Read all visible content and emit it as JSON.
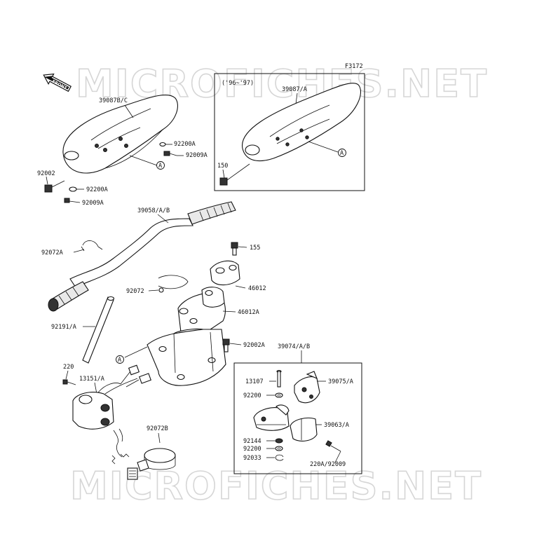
{
  "figure_code": "F3172",
  "watermark": "MICROFICHES.NET",
  "front_label": "FRONT",
  "inset_years": "('96~'97)",
  "callout": "A",
  "labels": {
    "p39087bc": "39087B/C",
    "p92200a_1": "92200A",
    "p92009a_1": "92009A",
    "p92002": "92002",
    "p92200a_2": "92200A",
    "p92009a_2": "92009A",
    "p39087a": "39087/A",
    "p150": "150",
    "p39058": "39058/A/B",
    "p92072a": "92072A",
    "p155": "155",
    "p92072": "92072",
    "p46012": "46012",
    "p46012a": "46012A",
    "p92191": "92191/A",
    "p92002a": "92002A",
    "p39074": "39074/A/B",
    "p220": "220",
    "p13151": "13151/A",
    "p13107": "13107",
    "p39075": "39075/A",
    "p92200": "92200",
    "p39063": "39063/A",
    "p92144": "92144",
    "p92200b": "92200",
    "p92033": "92033",
    "p220a": "220A/92009",
    "p92072b": "92072B"
  }
}
